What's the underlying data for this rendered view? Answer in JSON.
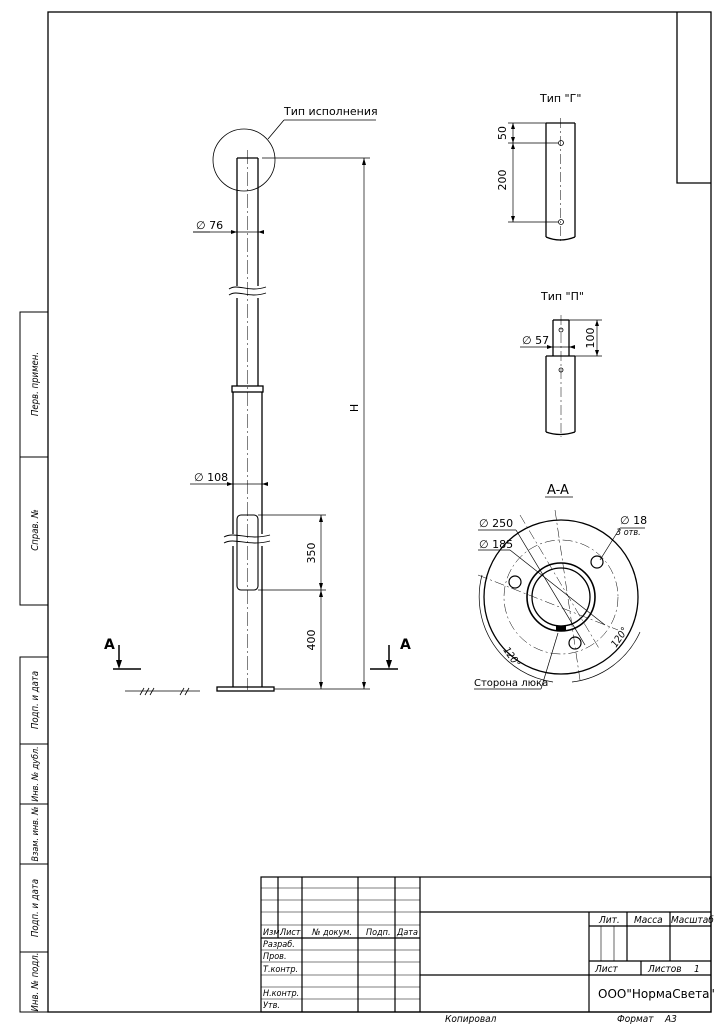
{
  "drawing": {
    "callout_variant": "Тип исполнения",
    "dims": {
      "top_diameter": "∅ 76",
      "bottom_diameter": "∅ 108",
      "height": "H",
      "hatch_height": "350",
      "hatch_offset": "400",
      "typeG_top": "50",
      "typeG_spacing": "200",
      "typeP_diameter": "∅ 57",
      "typeP_height": "100",
      "flange_outer": "∅ 250",
      "flange_bolt_circle": "∅ 185",
      "bolt_hole": "∅ 18",
      "bolt_count": "3 отв.",
      "angle_1": "120°",
      "angle_2": "120°"
    },
    "section_marker": "A",
    "typeG_title": "Тип \"Г\"",
    "typeP_title": "Тип \"П\"",
    "section_title": "A-A",
    "hatch_side_label": "Сторона люка"
  },
  "side_strip": {
    "cells": [
      "Перв. примен.",
      "Справ. №",
      "Подп. и дата",
      "Инв. № дубл.",
      "Взам. инв. №",
      "Подп. и дата",
      "Инв. № подл."
    ]
  },
  "title_block": {
    "col_headers": [
      "Изм.",
      "Лист",
      "№ докум.",
      "Подп.",
      "Дата"
    ],
    "row_labels": [
      "Разраб.",
      "Пров.",
      "Т.контр.",
      "Н.контр.",
      "Утв."
    ],
    "lit_label": "Лит.",
    "mass_label": "Масса",
    "scale_label": "Масштаб",
    "sheet_label": "Лист",
    "sheets_label": "Листов",
    "sheets_value": "1",
    "company": "ООО\"НормаСвета\""
  },
  "footer": {
    "copied_label": "Копировал",
    "format_label": "Формат",
    "format_value": "А3"
  }
}
